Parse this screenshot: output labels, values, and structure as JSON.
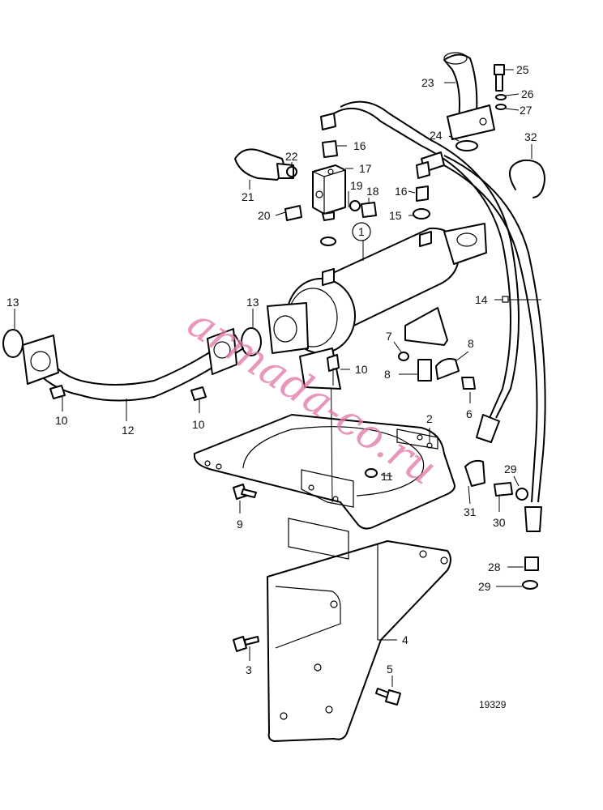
{
  "figure_number": "19329",
  "watermark": "armada-co.ru",
  "part_callouts": {
    "p1": "1",
    "p2": "2",
    "p3": "3",
    "p4": "4",
    "p5": "5",
    "p6": "6",
    "p7": "7",
    "p8a": "8",
    "p8b": "8",
    "p9": "9",
    "p10a": "10",
    "p10b": "10",
    "p10c": "10",
    "p11": "11",
    "p12": "12",
    "p13a": "13",
    "p13b": "13",
    "p14": "14",
    "p15": "15",
    "p16a": "16",
    "p16b": "16",
    "p17": "17",
    "p18": "18",
    "p19": "19",
    "p20": "20",
    "p21": "21",
    "p22": "22",
    "p23": "23",
    "p24": "24",
    "p25": "25",
    "p26": "26",
    "p27": "27",
    "p28": "28",
    "p29a": "29",
    "p29b": "29",
    "p30": "30",
    "p31": "31",
    "p32": "32"
  },
  "colors": {
    "line": "#000000",
    "watermark": "#e07aa8",
    "background": "#ffffff"
  }
}
